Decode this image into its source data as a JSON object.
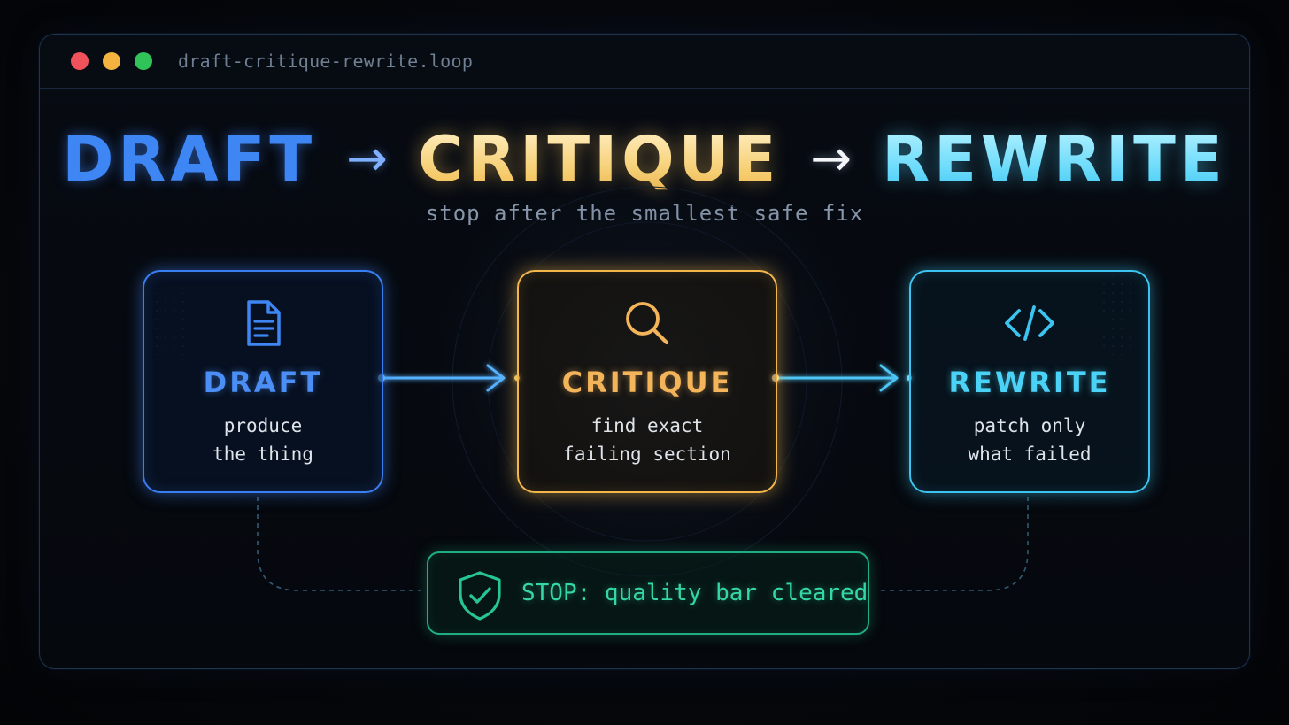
{
  "window": {
    "title": "draft-critique-rewrite.loop"
  },
  "headline": {
    "step1": "DRAFT",
    "arrow1": "→",
    "step2": "CRITIQUE",
    "arrow2": "→",
    "step3": "REWRITE",
    "subtitle": "stop after the smallest safe fix"
  },
  "steps": [
    {
      "title": "DRAFT",
      "line1": "produce",
      "line2": "the thing",
      "icon": "document-icon",
      "color": "#3a7ff2"
    },
    {
      "title": "CRITIQUE",
      "line1": "find exact",
      "line2": "failing section",
      "icon": "magnifier-icon",
      "color": "#f2b64b"
    },
    {
      "title": "REWRITE",
      "line1": "patch only",
      "line2": "what failed",
      "icon": "code-icon",
      "color": "#3cc3ef"
    }
  ],
  "stop": {
    "label": "STOP: quality bar cleared",
    "icon": "shield-check-icon",
    "color": "#1fae82"
  }
}
